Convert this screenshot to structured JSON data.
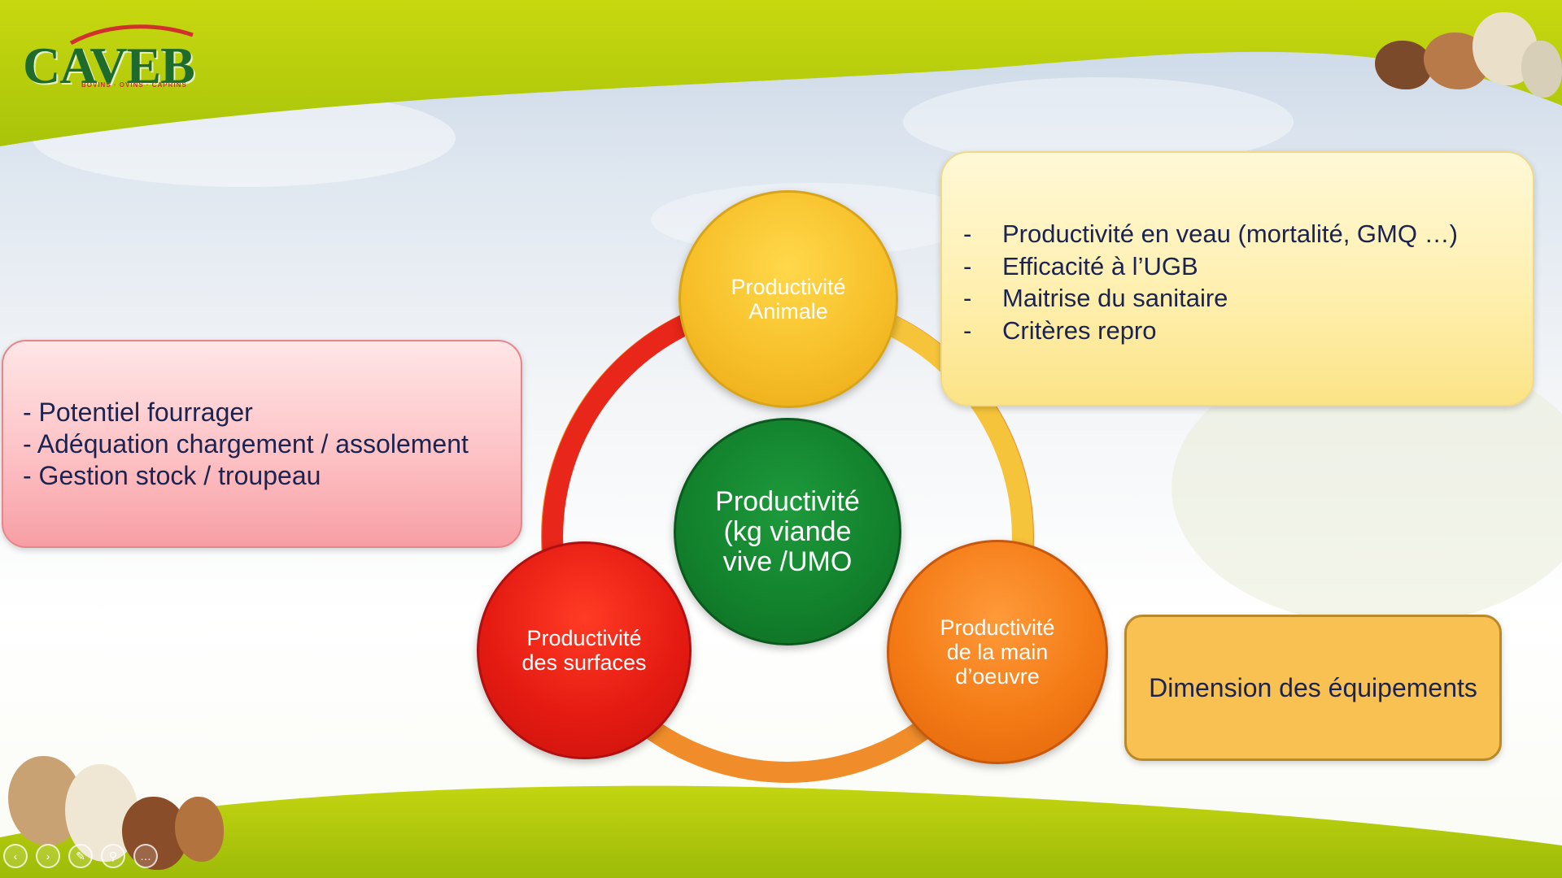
{
  "logo": {
    "text": "CAVEB",
    "tagline": "BOVINS · OVINS · CAPRINS"
  },
  "colors": {
    "green_band": "#bdd00e",
    "animal": "#f7c02a",
    "center": "#12802c",
    "surfaces": "#e51b12",
    "labour": "#f47b16",
    "box_text": "#1b2350"
  },
  "diagram": {
    "center": "Productivité\n(kg viande\nvive /UMO",
    "animal": "Productivité\nAnimale",
    "surfaces": "Productivité\ndes surfaces",
    "labour": "Productivité\nde la main\nd’oeuvre"
  },
  "surfaces_box": {
    "items": [
      "- Potentiel fourrager",
      "- Adéquation chargement / assolement",
      "- Gestion stock / troupeau"
    ]
  },
  "animal_box": {
    "items": [
      "Productivité en veau  (mortalité, GMQ …)",
      "Efficacité à l’UGB",
      "Maitrise du sanitaire",
      "Critères repro"
    ],
    "bullet": "-"
  },
  "equipment_box": {
    "label": "Dimension des équipements"
  },
  "controls": {
    "prev_icon": "chevron-left-icon",
    "next_icon": "chevron-right-icon",
    "pen_icon": "pen-icon",
    "zoom_icon": "zoom-icon",
    "more_label": "…"
  }
}
